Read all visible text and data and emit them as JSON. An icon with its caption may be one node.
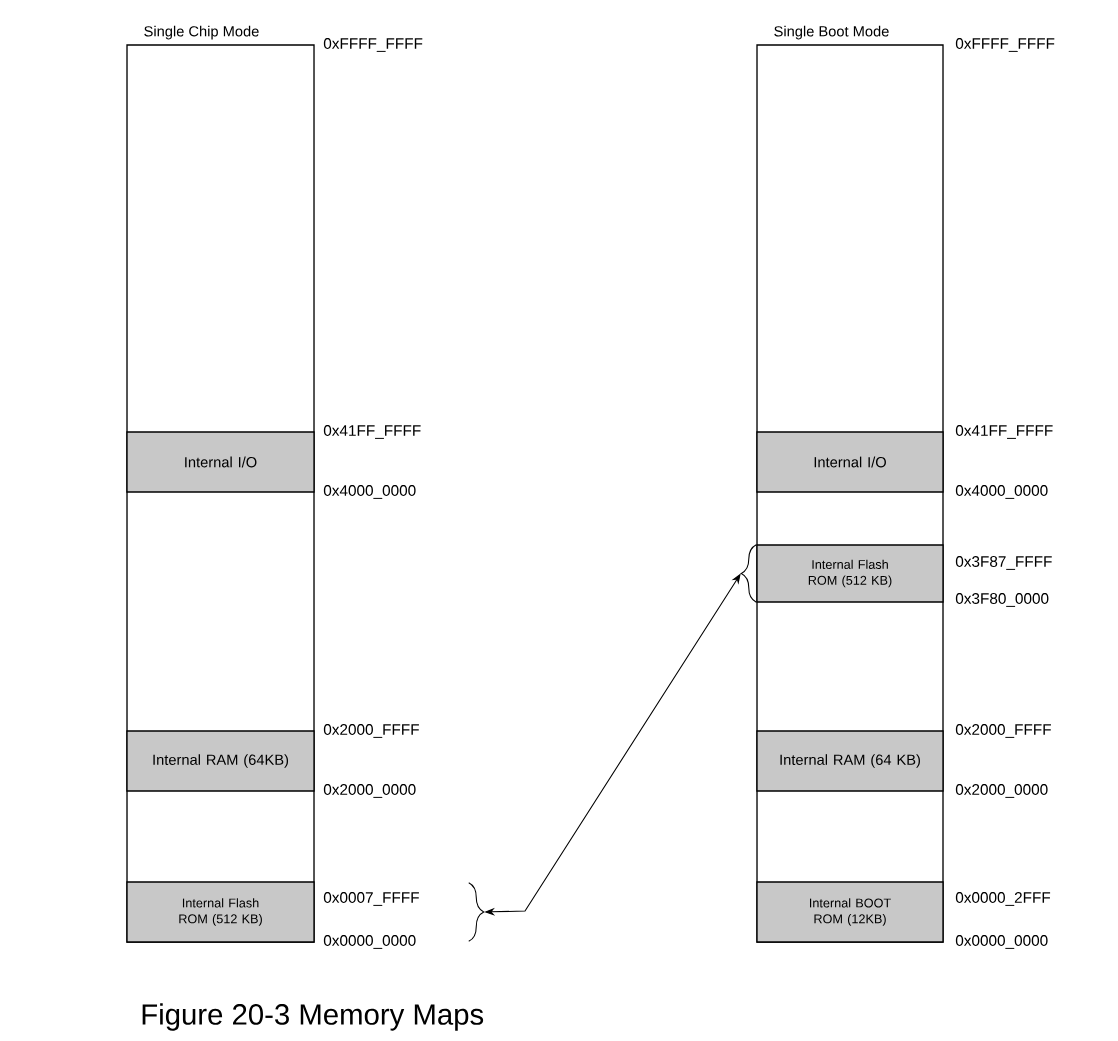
{
  "diagram": {
    "caption": "Figure 20-3 Memory Maps",
    "nodes": [
      {
        "text": [
          "Single Chip Mode"
        ]
      },
      {
        "text": [
          "Internal I/O"
        ],
        "in": 0
      },
      {
        "text": [
          "Internal RAM (64KB)"
        ],
        "in": 0
      },
      {
        "text": [
          "Internal Flash ROM (512 KB)"
        ],
        "in": 0
      },
      {
        "text": [],
        "shape": "brace"
      },
      {
        "text": [
          "Single Boot Mode"
        ]
      },
      {
        "text": [
          "Internal I/O"
        ],
        "in": 5
      },
      {
        "text": [
          "Internal Flash ROM (512 KB)"
        ],
        "in": 5
      },
      {
        "text": [
          "Internal RAM (64 KB)"
        ],
        "in": 5
      },
      {
        "text": [
          "Internal BOOT ROM (12KB)"
        ],
        "in": 5
      },
      {
        "text": [],
        "shape": "brace"
      }
    ],
    "edges": [
      {
        "from": 4,
        "to": 10,
        "arrow": "both"
      }
    ],
    "labels": [
      "0xFFFF_FFFF",
      "0x41FF_FFFF",
      "0x4000_0000",
      "0x2000_FFFF",
      "0x2000_0000",
      "0x0007_FFFF",
      "0x0000_0000",
      "0xFFFF_FFFF",
      "0x41FF_FFFF",
      "0x4000_0000",
      "0x3F87_FFFF",
      "0x3F80_0000",
      "0x2000_FFFF",
      "0x2000_0000",
      "0x0000_2FFF",
      "0x0000_0000"
    ]
  }
}
